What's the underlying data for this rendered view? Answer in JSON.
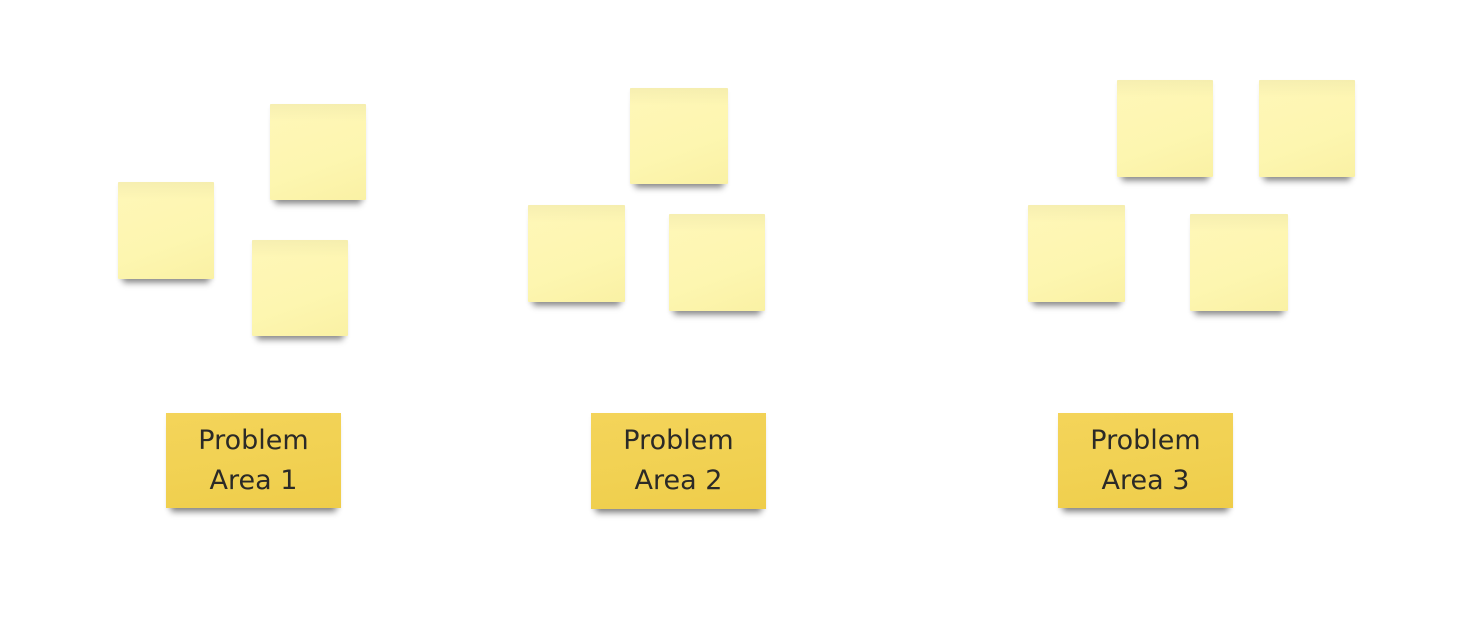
{
  "colors": {
    "background": "#ffffff",
    "sticky_note": "#fdf6b0",
    "label_note": "#f1d152",
    "label_text": "#2b2a27"
  },
  "groups": [
    {
      "label_line1": "Problem",
      "label_line2": "Area 1",
      "note_count": 3
    },
    {
      "label_line1": "Problem",
      "label_line2": "Area 2",
      "note_count": 3
    },
    {
      "label_line1": "Problem",
      "label_line2": "Area 3",
      "note_count": 4
    }
  ]
}
